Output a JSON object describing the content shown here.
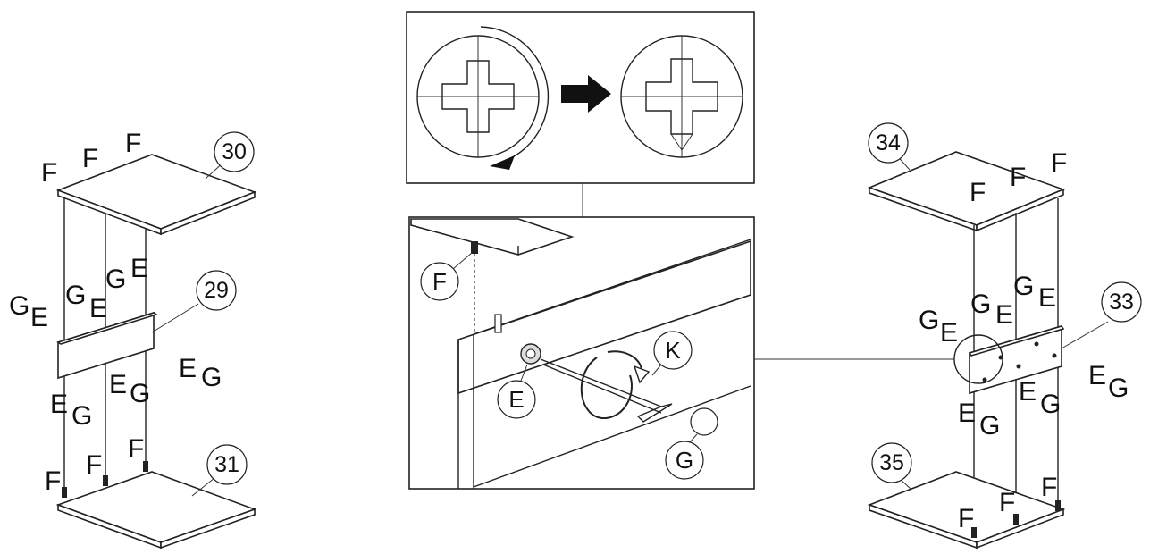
{
  "left_assembly": {
    "parts": {
      "top_panel": "30",
      "middle_rail": "29",
      "bottom_panel": "31"
    },
    "labels": {
      "f1": "F",
      "f2": "F",
      "f3": "F",
      "g1": "G",
      "e1": "E",
      "g2": "G",
      "e2": "E",
      "g3": "G",
      "e3": "E",
      "e4": "E",
      "g4": "G",
      "e5": "E",
      "g5": "G",
      "e6": "E",
      "g6": "G",
      "f4": "F",
      "f5": "F",
      "f6": "F"
    }
  },
  "right_assembly": {
    "parts": {
      "top_panel": "34",
      "back_rail": "33",
      "bottom_panel": "35"
    },
    "labels": {
      "f1": "F",
      "f2": "F",
      "f3": "F",
      "g1": "G",
      "e1": "E",
      "g2": "G",
      "e2": "E",
      "g3": "G",
      "e3": "E",
      "e4": "E",
      "g4": "G",
      "e5": "E",
      "g5": "G",
      "e6": "E",
      "g6": "G",
      "f4": "F",
      "f5": "F",
      "f6": "F"
    }
  },
  "detail": {
    "callouts": {
      "dowel": "F",
      "cam_lock": "E",
      "hex_key": "K",
      "cap": "G"
    }
  }
}
